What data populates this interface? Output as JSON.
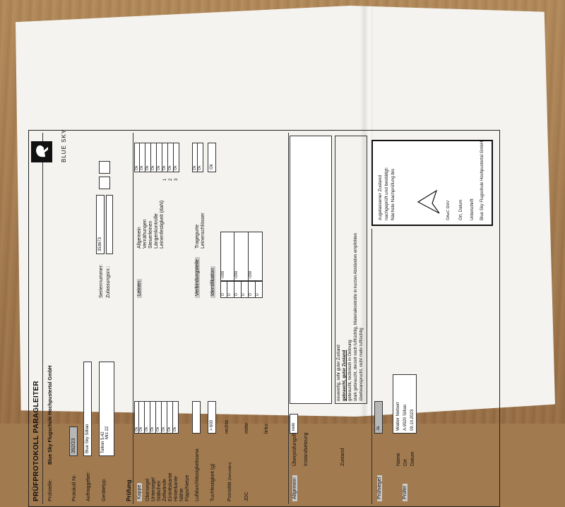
{
  "header": {
    "title": "PRÜFPROTOKOLL PARAGLEITER",
    "pruefstelle_label": "Prüfstelle:",
    "pruefstelle_value": "Blue Sky Flugschule Hochpustertal GmbH",
    "logo_text": "BLUE SKY"
  },
  "meta": {
    "protokoll_label": "Protokoll Nr.",
    "protokoll_value": "392/23",
    "auftraggeber_label": "Auftraggeber:",
    "auftraggeber_value": "Blue Sky Sillian",
    "geraetetyp_label": "Gerätetyp:",
    "geraetetyp_value1": "Talkon 5.42",
    "geraetetyp_value2": "Mrz 22",
    "seriennummer_label": "Seriennummer:",
    "seriennummer_value": "353673",
    "zulassungsnr_label": "Zulassungsnr.:"
  },
  "pruefung": {
    "section_label": "Prüfung",
    "kappe_label": "Kappe",
    "kappe_items": [
      "Obersegel",
      "Untersegel",
      "Stäbchen",
      "Zellwände",
      "Eintrittskante",
      "Hinterkante",
      "Nähte",
      "Flaps/Netze"
    ],
    "kappe_values": [
      "Ok",
      "Ok",
      "Ok",
      "Ok",
      "Ok",
      "Ok",
      "Ok",
      "Ok"
    ],
    "leinen_label": "Leinen",
    "leinen_items": [
      "Allgemein",
      "Vernähungen",
      "Steuerleinen",
      "Längenkontrolle",
      "Leinenfestigkeit (daN)"
    ],
    "leinen_values": [
      "Ok",
      "Ok",
      "Ok",
      "Ok",
      "Ok"
    ],
    "leinen_numbers": [
      "1",
      "2",
      "3"
    ],
    "leinen_numbers_values": [
      "Ok",
      "Ok",
      "Ok"
    ],
    "luft_label": "Luftdurchlässigkeitsanw.",
    "verbindung_label": "Verbindungsteile",
    "verbindung_items": [
      "Tragegurte",
      "Leinenschlösser"
    ],
    "verbindung_values": [
      "Ok",
      "Ok"
    ],
    "tuch_label": "Tuchfestigkeit (g)",
    "tuch_value": "> 600",
    "identifikation_label": "Identifikation",
    "identifikation_value": "Ok",
    "porositaet_label": "Porosität",
    "porositaet_unit": "(Sekunden)",
    "porositaet_rechts": "rechts",
    "porositaet_mitte": "mitte",
    "porositaet_links": "links",
    "porositaet_codes": [
      "O",
      "U",
      "O",
      "U",
      "O",
      "U"
    ],
    "porositaet_values": [
      ">200",
      ">200",
      ">200"
    ],
    "jdc_label": "JDC"
  },
  "allgemein": {
    "label": "Allgemein",
    "ueberpruefung_label": "Überprüfungsflug",
    "ueberpruefung_value": "nein",
    "instand_label": "Instandsetzung"
  },
  "zustand": {
    "label": "Zustand",
    "options": [
      "neuwertig, sehr guter Zustand",
      "gebraucht, guter Zustand",
      "gebraucht, technisch in Ordnung",
      "stark gebraucht, derzeit noch lufttüchtig, Materialkontrolle in kurzen Abständen empfohlen",
      "überbeansprucht, nicht mehr lufttüchtig"
    ]
  },
  "pruefsiegel": {
    "label": "Prüfsiegel",
    "value": "Ja"
  },
  "pruefer": {
    "label": "Prüfer",
    "name_label": "Name",
    "ort_label": "Ort",
    "datum_label": "Datum",
    "name_value": "Walder Norbert",
    "ort_value": "A-9920 Sillian",
    "datum_value": "09.10.2023"
  },
  "stamp": {
    "org": "ÖAeC DHV",
    "line1": "zugelassener Zustand",
    "line2": "nachgeprüft und bestätigt:",
    "line3": "Nächste Nachprüfung bis",
    "ort_datum": "Ort, Datum",
    "unterschrift": "Unterschrift",
    "company": "Blue Sky Flugschule Hochpustertal GmbH"
  }
}
